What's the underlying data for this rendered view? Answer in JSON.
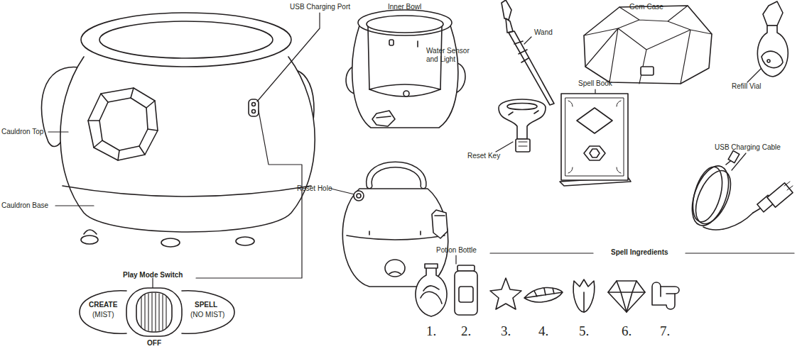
{
  "diagram": {
    "labels": [
      "USB Charging Port",
      "Inner Bowl",
      "Wand",
      "Gem Case",
      "Refill Vial",
      "Water Sensor and Light",
      "Cauldron Top",
      "Reset Key",
      "Spell Book",
      "USB Charging Cable",
      "Cauldron Base",
      "Reset Hole",
      "Potion Bottle",
      "Spell Ingredients",
      "Play Mode Switch",
      "CREATE",
      "(MIST)",
      "SPELL",
      "(NO MIST)",
      "OFF",
      "1.",
      "2.",
      "3.",
      "4.",
      "5.",
      "6.",
      "7."
    ]
  }
}
